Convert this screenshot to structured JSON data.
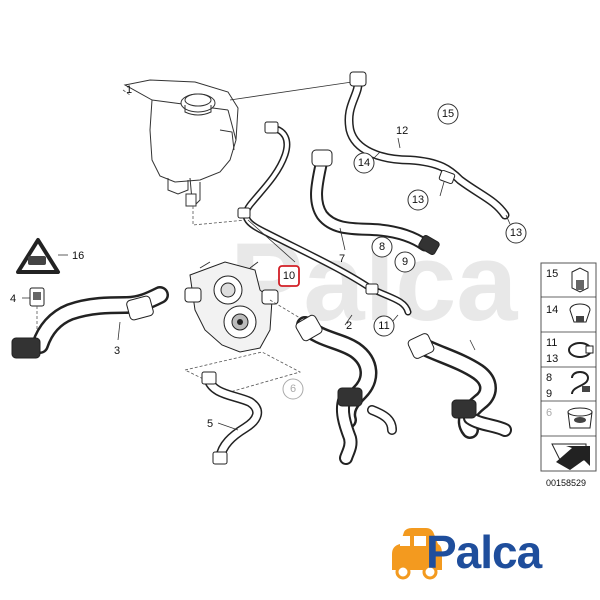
{
  "parts": {
    "p1": "1",
    "p2": "2",
    "p3": "3",
    "p4": "4",
    "p5": "5",
    "p6": "6",
    "p7": "7",
    "p8": "8",
    "p9": "9",
    "p10": "10",
    "p11": "11",
    "p12": "12",
    "p13a": "13",
    "p13b": "13",
    "p14": "14",
    "p15": "15",
    "p16": "16"
  },
  "side_panel": {
    "r1": "15",
    "r2": "14",
    "r3a": "11",
    "r3b": "13",
    "r4a": "8",
    "r4b": "9",
    "r5": "6"
  },
  "drawing_number": "00158529",
  "logo_text": "Palca",
  "colors": {
    "highlight": "#d21f26",
    "logo_orange": "#f39a1f",
    "logo_blue": "#1f4e9c"
  }
}
